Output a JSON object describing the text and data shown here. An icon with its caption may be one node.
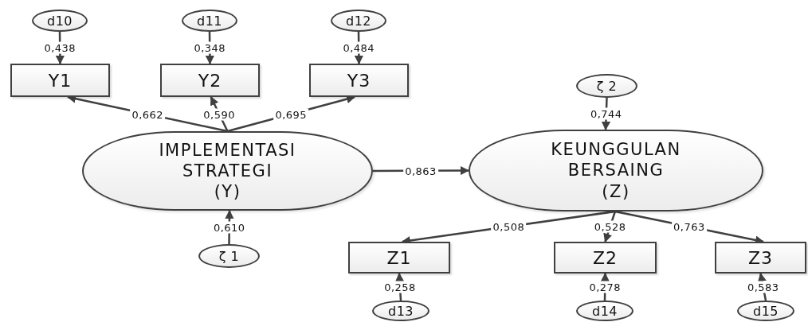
{
  "diagram": {
    "nodes": [
      {
        "text": [
          "d10"
        ]
      },
      {
        "text": [
          "d11"
        ]
      },
      {
        "text": [
          "d12"
        ]
      },
      {
        "text": [
          "Y1"
        ]
      },
      {
        "text": [
          "Y2"
        ]
      },
      {
        "text": [
          "Y3"
        ]
      },
      {
        "text": [
          "ζ 2"
        ]
      },
      {
        "text": [
          "IMPLEMENTASI STRATEGI (Y)"
        ]
      },
      {
        "text": [
          "KEUNGGULAN BERSAING (Z)"
        ]
      },
      {
        "text": [
          "ζ 1"
        ]
      },
      {
        "text": [
          "Z1"
        ]
      },
      {
        "text": [
          "Z2"
        ]
      },
      {
        "text": [
          "Z3"
        ]
      },
      {
        "text": [
          "d13"
        ]
      },
      {
        "text": [
          "d14"
        ]
      },
      {
        "text": [
          "d15"
        ]
      }
    ],
    "edges": [
      {
        "from": 0,
        "to": 3,
        "arrow": "to",
        "label": "0,438"
      },
      {
        "from": 1,
        "to": 4,
        "arrow": "to",
        "label": "0,348"
      },
      {
        "from": 2,
        "to": 5,
        "arrow": "to",
        "label": "0,484"
      },
      {
        "from": 7,
        "to": 3,
        "arrow": "to",
        "label": "0,662"
      },
      {
        "from": 7,
        "to": 4,
        "arrow": "to",
        "label": "0,590"
      },
      {
        "from": 7,
        "to": 5,
        "arrow": "to",
        "label": "0,695"
      },
      {
        "from": 6,
        "to": 8,
        "arrow": "to",
        "label": "0,744"
      },
      {
        "from": 7,
        "to": 8,
        "arrow": "to",
        "label": "0,863"
      },
      {
        "from": 9,
        "to": 7,
        "arrow": "to",
        "label": "0,610"
      },
      {
        "from": 8,
        "to": 10,
        "arrow": "to",
        "label": "0,508"
      },
      {
        "from": 8,
        "to": 11,
        "arrow": "to",
        "label": "0,528"
      },
      {
        "from": 8,
        "to": 12,
        "arrow": "to",
        "label": "0,763"
      },
      {
        "from": 13,
        "to": 10,
        "arrow": "to",
        "label": "0,258"
      },
      {
        "from": 14,
        "to": 11,
        "arrow": "to",
        "label": "0,278"
      },
      {
        "from": 15,
        "to": 12,
        "arrow": "to",
        "label": "0,583"
      }
    ]
  }
}
